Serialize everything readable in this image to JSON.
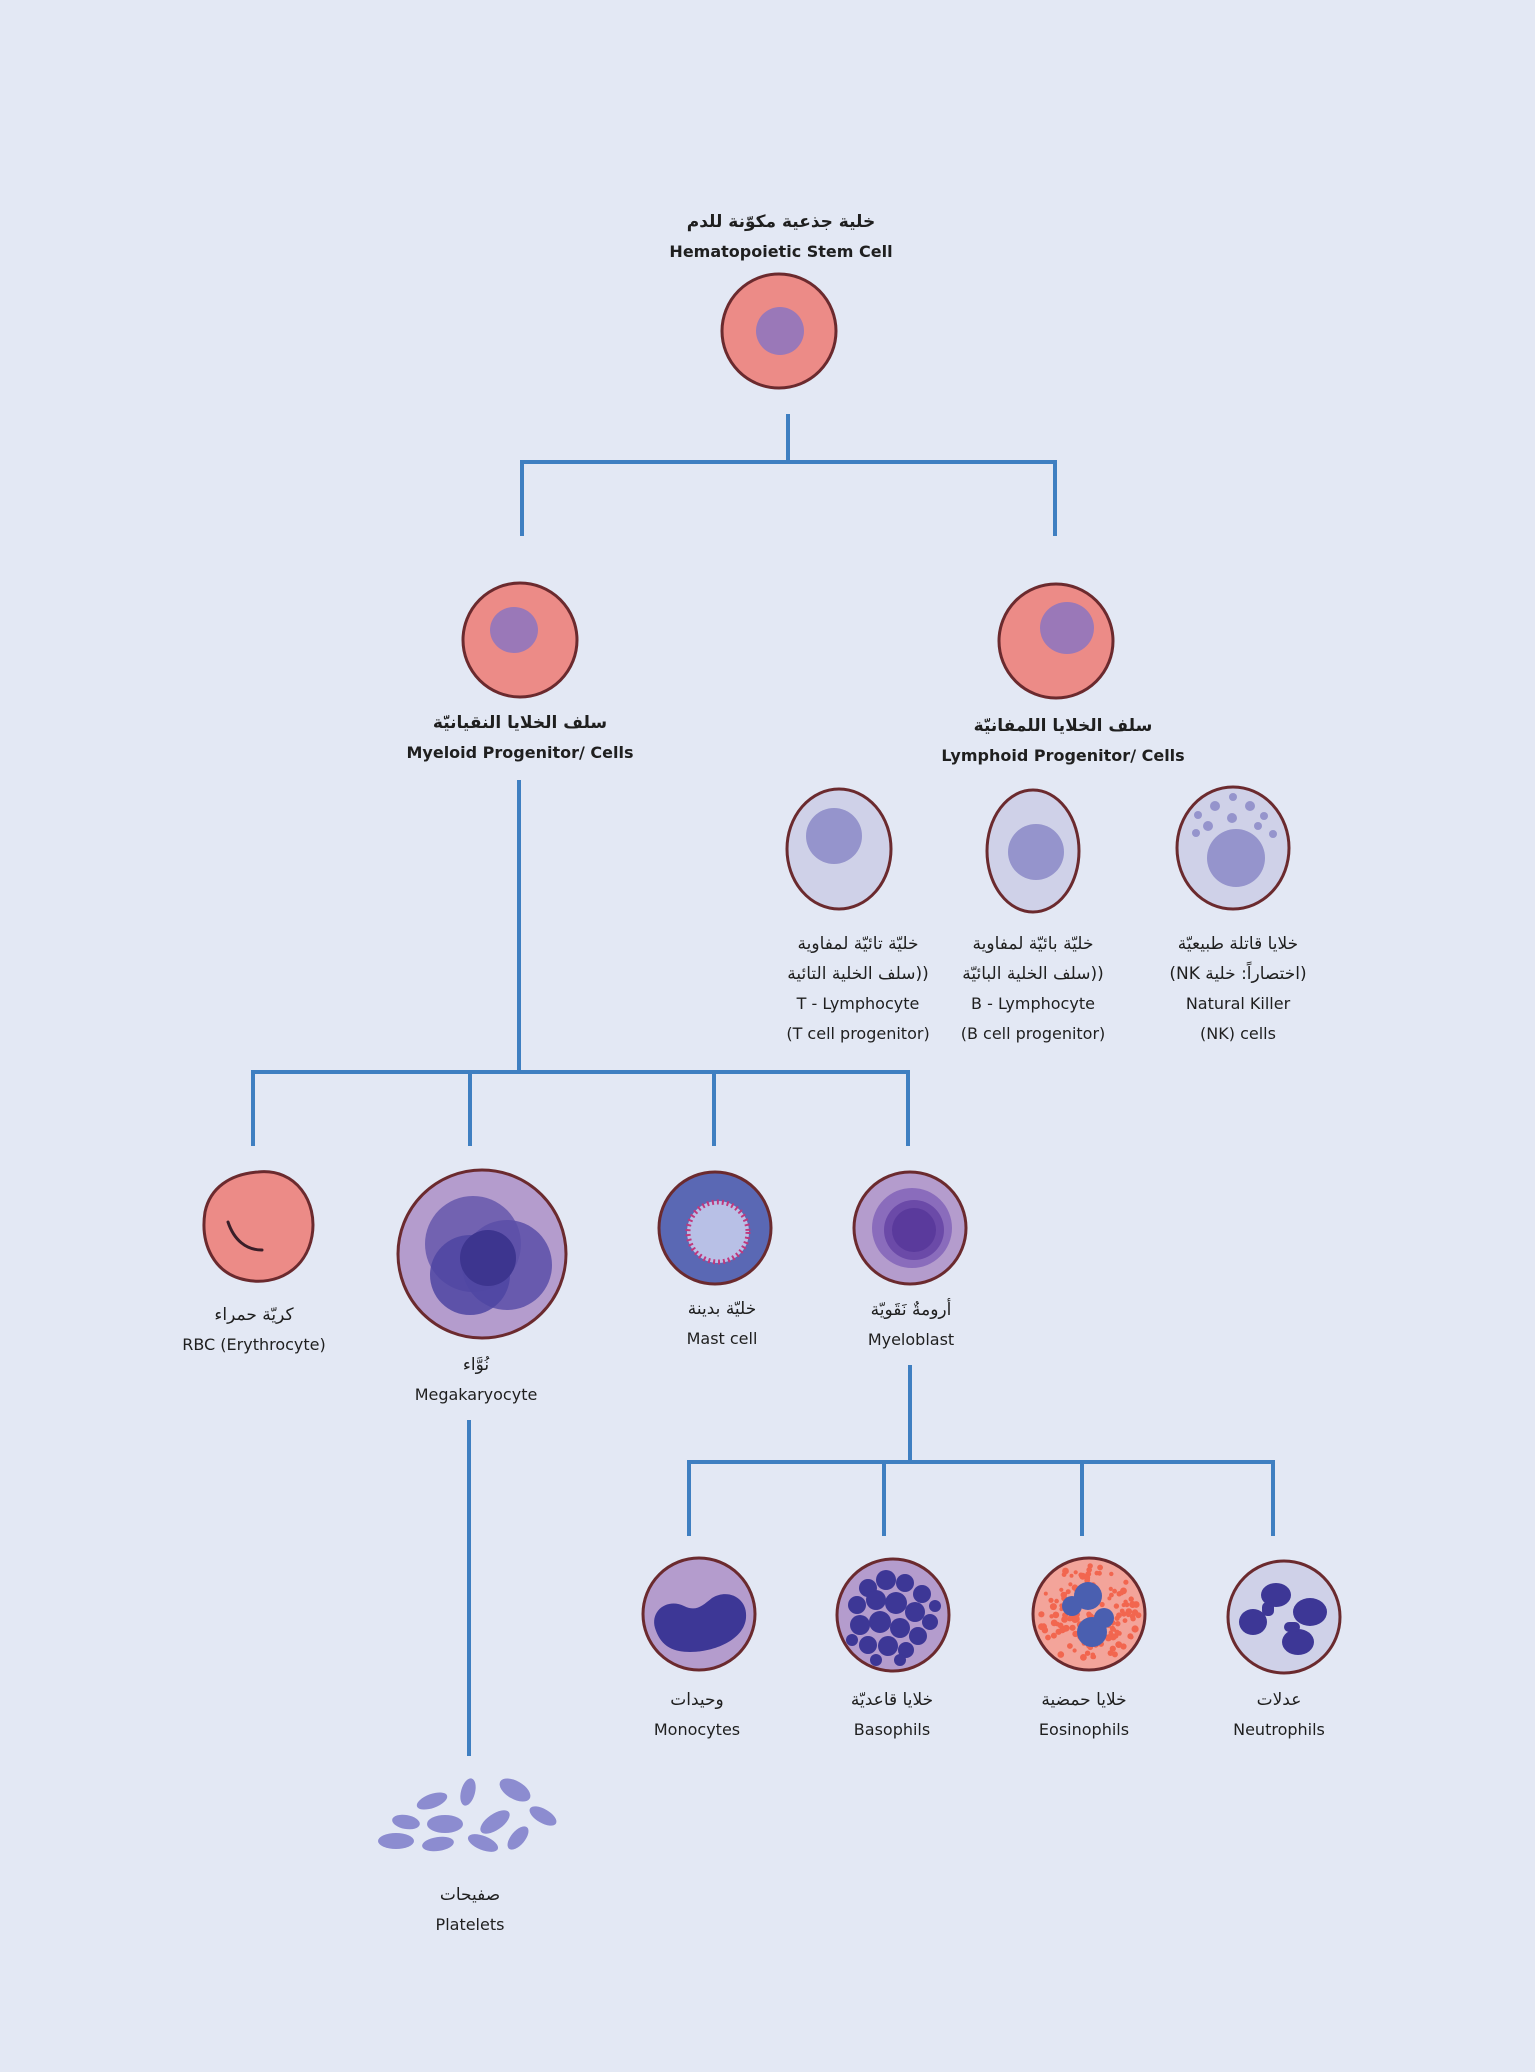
{
  "colors": {
    "background": "#e3e8f4",
    "connector": "#3f7fc1",
    "outline": "#6b2a2e",
    "progenitor_cytoplasm": "#ec8b87",
    "progenitor_nucleus": "#9a78b8",
    "lymph_cytoplasm": "#cfd1e8",
    "lymph_nucleus": "#9594cc",
    "dark_nucleus": "#4a3f9a",
    "eosinophil_granules": "#f2664f"
  },
  "nodes": {
    "stem_cell": {
      "ar": "خلية جذعية مكوّنة للدم",
      "en": "Hematopoietic Stem Cell"
    },
    "myeloid": {
      "ar": "سلف الخلايا النقيانيّة",
      "en": "Myeloid Progenitor/ Cells"
    },
    "lymphoid": {
      "ar": "سلف الخلايا اللمفانيّة",
      "en": "Lymphoid Progenitor/ Cells"
    },
    "t_cell": {
      "ar1": "خليّة تائيّة لمفاوية",
      "ar2": "((سلف الخلية التائية",
      "en1": "T - Lymphocyte",
      "en2": "(T cell progenitor)"
    },
    "b_cell": {
      "ar1": "خليّة بائيّة لمفاوية",
      "ar2": "((سلف الخلية البائيّة",
      "en1": "B - Lymphocyte",
      "en2": "(B cell progenitor)"
    },
    "nk_cell": {
      "ar1": "خلايا قاتلة طبيعيّة",
      "ar2": "(اختصاراً: خلية NK)",
      "en1": "Natural Killer",
      "en2": "(NK) cells"
    },
    "rbc": {
      "ar": "كريّة حمراء",
      "en": "RBC (Erythrocyte)"
    },
    "megakaryocyte": {
      "ar": "نُوَّاء",
      "en": "Megakaryocyte"
    },
    "mast_cell": {
      "ar": "خليّة بدينة",
      "en": "Mast cell"
    },
    "myeloblast": {
      "ar": "أرومةٌ نَقَويّة",
      "en": "Myeloblast"
    },
    "monocytes": {
      "ar": "وحيدات",
      "en": "Monocytes"
    },
    "basophils": {
      "ar": "خلايا قاعديّة",
      "en": "Basophils"
    },
    "eosinophils": {
      "ar": "خلايا حمضية",
      "en": "Eosinophils"
    },
    "neutrophils": {
      "ar": "عدلات",
      "en": "Neutrophils"
    },
    "platelets": {
      "ar": "صفيحات",
      "en": "Platelets"
    }
  }
}
